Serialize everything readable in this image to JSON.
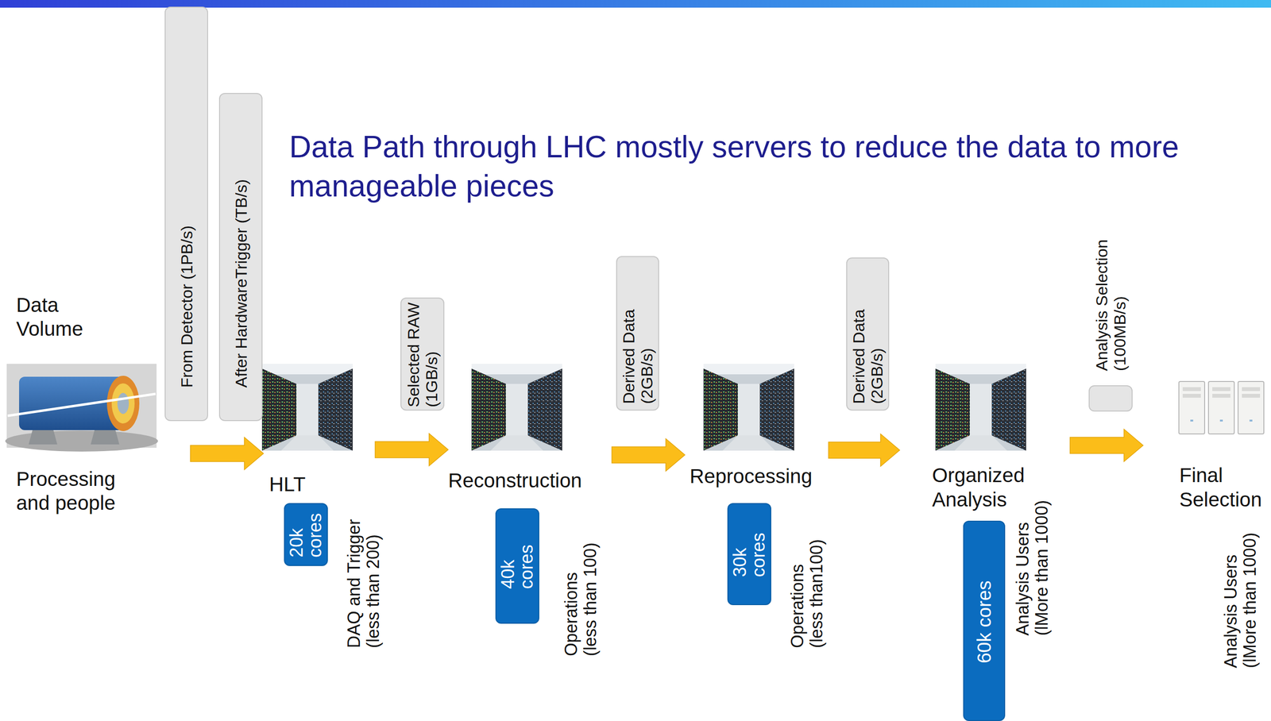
{
  "diagram": {
    "title": "Data Path through LHC mostly servers to reduce the data to more manageable pieces",
    "nodes": [
      {
        "text": [
          "From Detector (1PB/s)"
        ]
      },
      {
        "text": [
          "After HardwareTrigger (TB/s)"
        ]
      },
      {
        "text": [
          "HLT"
        ]
      },
      {
        "text": [
          "20k cores"
        ]
      },
      {
        "text": [
          "Selected RAW (1GB/s)"
        ]
      },
      {
        "text": [
          "Reconstruction"
        ]
      },
      {
        "text": [
          "40k cores"
        ]
      },
      {
        "text": [
          "Derived Data (2GB/s)"
        ]
      },
      {
        "text": [
          "Reprocessing"
        ]
      },
      {
        "text": [
          "30k cores"
        ]
      },
      {
        "text": [
          "Derived Data (2GB/s)"
        ]
      },
      {
        "text": [
          "Organized Analysis"
        ]
      },
      {
        "text": [
          "60k cores"
        ]
      },
      {
        "text": [
          "Analysis Selection (100MB/s)"
        ]
      },
      {
        "text": [
          "Final Selection"
        ]
      }
    ],
    "edges": [
      {
        "from": 2,
        "to": 5,
        "arrow": "to"
      },
      {
        "from": 5,
        "to": 8,
        "arrow": "to"
      },
      {
        "from": 8,
        "to": 11,
        "arrow": "to"
      },
      {
        "from": 11,
        "to": 14,
        "arrow": "to"
      }
    ],
    "labels": [
      "Data Volume",
      "Processing and people",
      "DAQ and Trigger (less than 200)",
      "Operations (less than 100)",
      "Operations (less than100)",
      "Analysis Users (lMore than 1000)",
      "Analysis Users (lMore than 1000)"
    ]
  }
}
